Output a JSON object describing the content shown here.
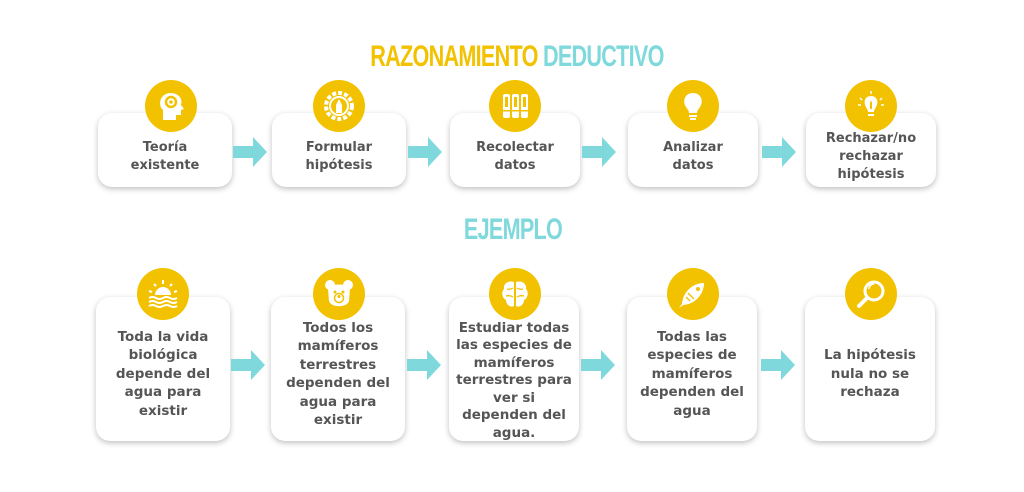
{
  "title": {
    "part1": "RAZONAMIENTO",
    "part2": "DEDUCTIVO"
  },
  "steps": [
    {
      "label": "Teoría existente",
      "icon": "head-gear-icon"
    },
    {
      "label": "Formular hipótesis",
      "icon": "gear-pencil-icon"
    },
    {
      "label": "Recolectar datos",
      "icon": "binders-icon"
    },
    {
      "label": "Analizar datos",
      "icon": "lightbulb-icon"
    },
    {
      "label": "Rechazar/no rechazar hipótesis",
      "icon": "lightbulb-pencil-icon"
    }
  ],
  "example_title": "EJEMPLO",
  "examples": [
    {
      "label": "Toda la vida biológica depende del agua para existir",
      "icon": "sunset-water-icon"
    },
    {
      "label": "Todos los mamíferos terrestres dependen del agua para existir",
      "icon": "bear-icon"
    },
    {
      "label": "Estudiar todas las especies de mamíferos terrestres para ver si dependen del agua.",
      "icon": "brain-icon"
    },
    {
      "label": "Todas las especies de mamíferos dependen del agua",
      "icon": "fish-icon"
    },
    {
      "label": "La hipótesis nula no se rechaza",
      "icon": "magnifier-icon"
    }
  ],
  "colors": {
    "yellow": "#f2c200",
    "cyan": "#7fd9dc",
    "text": "#555555"
  }
}
